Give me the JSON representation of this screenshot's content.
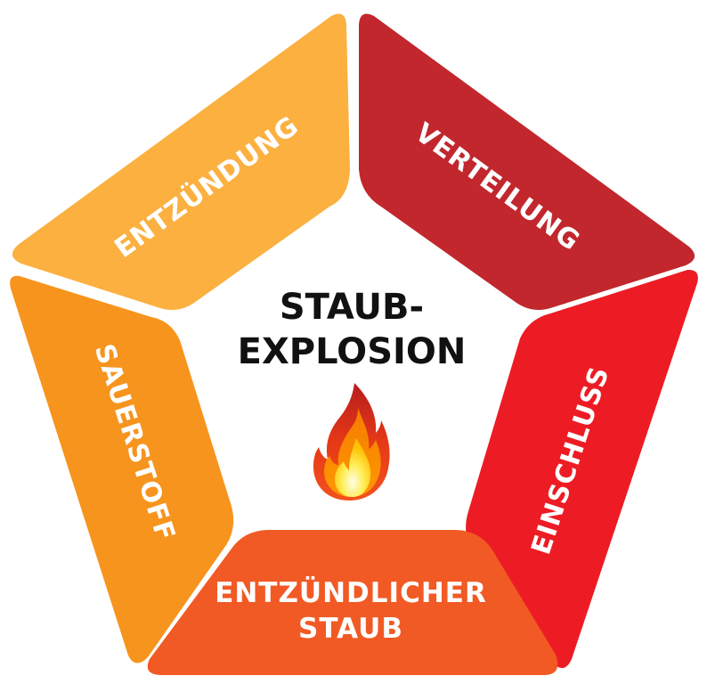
{
  "diagram": {
    "title_line1": "STAUB-",
    "title_line2": "EXPLOSION",
    "center_icon": "fire-icon",
    "segments": [
      {
        "id": "entzuendung",
        "label": "ENTZÜNDUNG",
        "color": "#FBB040",
        "position": "top-left"
      },
      {
        "id": "verteilung",
        "label": "VERTEILUNG",
        "color": "#C1272D",
        "position": "top-right"
      },
      {
        "id": "einschluss",
        "label": "EINSCHLUSS",
        "color": "#ED1C24",
        "position": "right"
      },
      {
        "id": "entzuendlicher-staub",
        "label_line1": "ENTZÜNDLICHER",
        "label_line2": "STAUB",
        "color": "#F15A24",
        "position": "bottom"
      },
      {
        "id": "sauerstoff",
        "label": "SAUERSTOFF",
        "color": "#F7941D",
        "position": "left"
      }
    ]
  }
}
